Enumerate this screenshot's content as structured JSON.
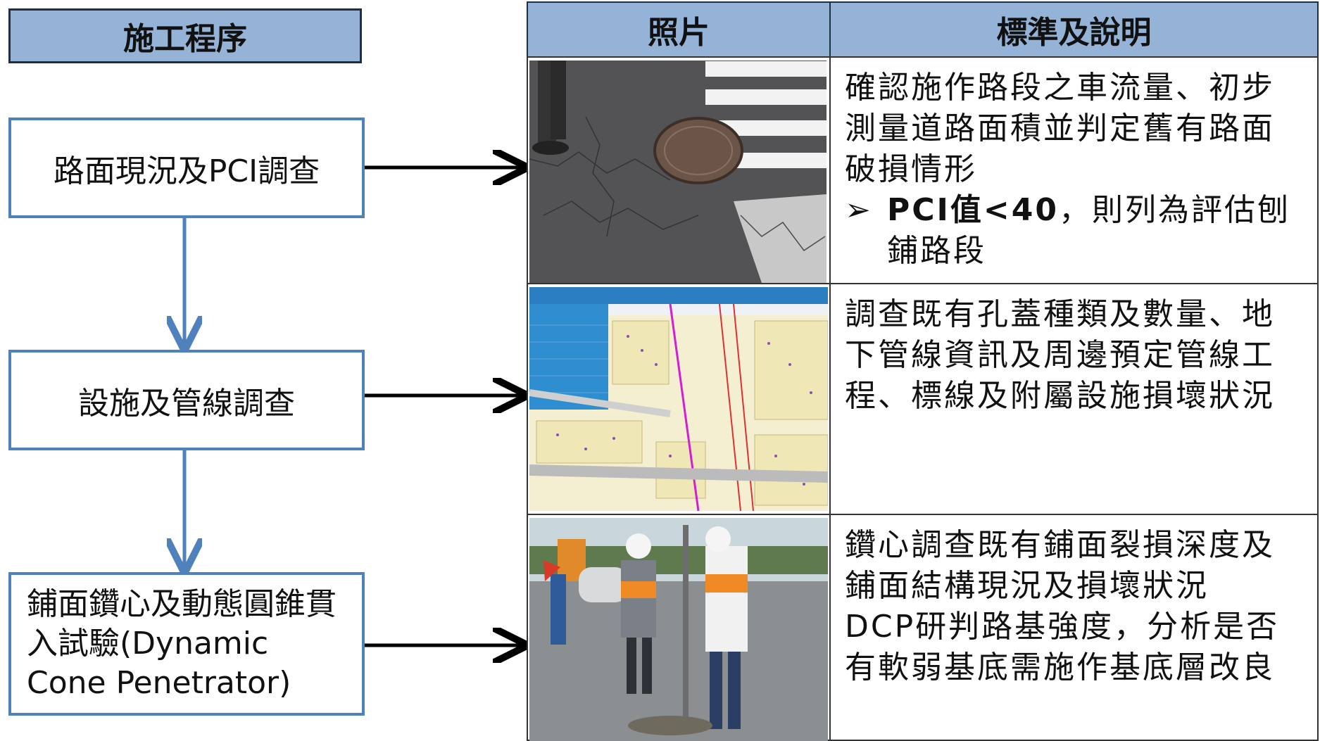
{
  "flow": {
    "header": "施工程序",
    "steps": [
      {
        "label": "路面現況及PCI調查"
      },
      {
        "label": "設施及管線調查"
      },
      {
        "label": "鋪面鑽心及動態圓錐貫入試驗(Dynamic Cone Penetrator)"
      }
    ]
  },
  "table": {
    "col_photo": "照片",
    "col_desc": "標準及說明",
    "rows": [
      {
        "desc": "確認施作路段之車流量、初步測量道路面積並判定舊有路面破損情形",
        "bullet_mark": "➢",
        "bullet_bold": "PCI值<40",
        "bullet_rest": "，則列為評估刨鋪路段"
      },
      {
        "desc": "調查既有孔蓋種類及數量、地下管線資訊及周邊預定管線工程、標線及附屬設施損壞狀況"
      },
      {
        "desc": "鑽心調查既有鋪面裂損深度及鋪面結構現況及損壞狀況",
        "desc2": "DCP研判路基強度，分析是否有軟弱基底需施作基底層改良"
      }
    ]
  },
  "colors": {
    "header_fill": "#95b3d7",
    "box_border": "#4f81bd",
    "arrow": "#4f81bd"
  },
  "icons": [
    "arrow-right",
    "arrow-down"
  ]
}
